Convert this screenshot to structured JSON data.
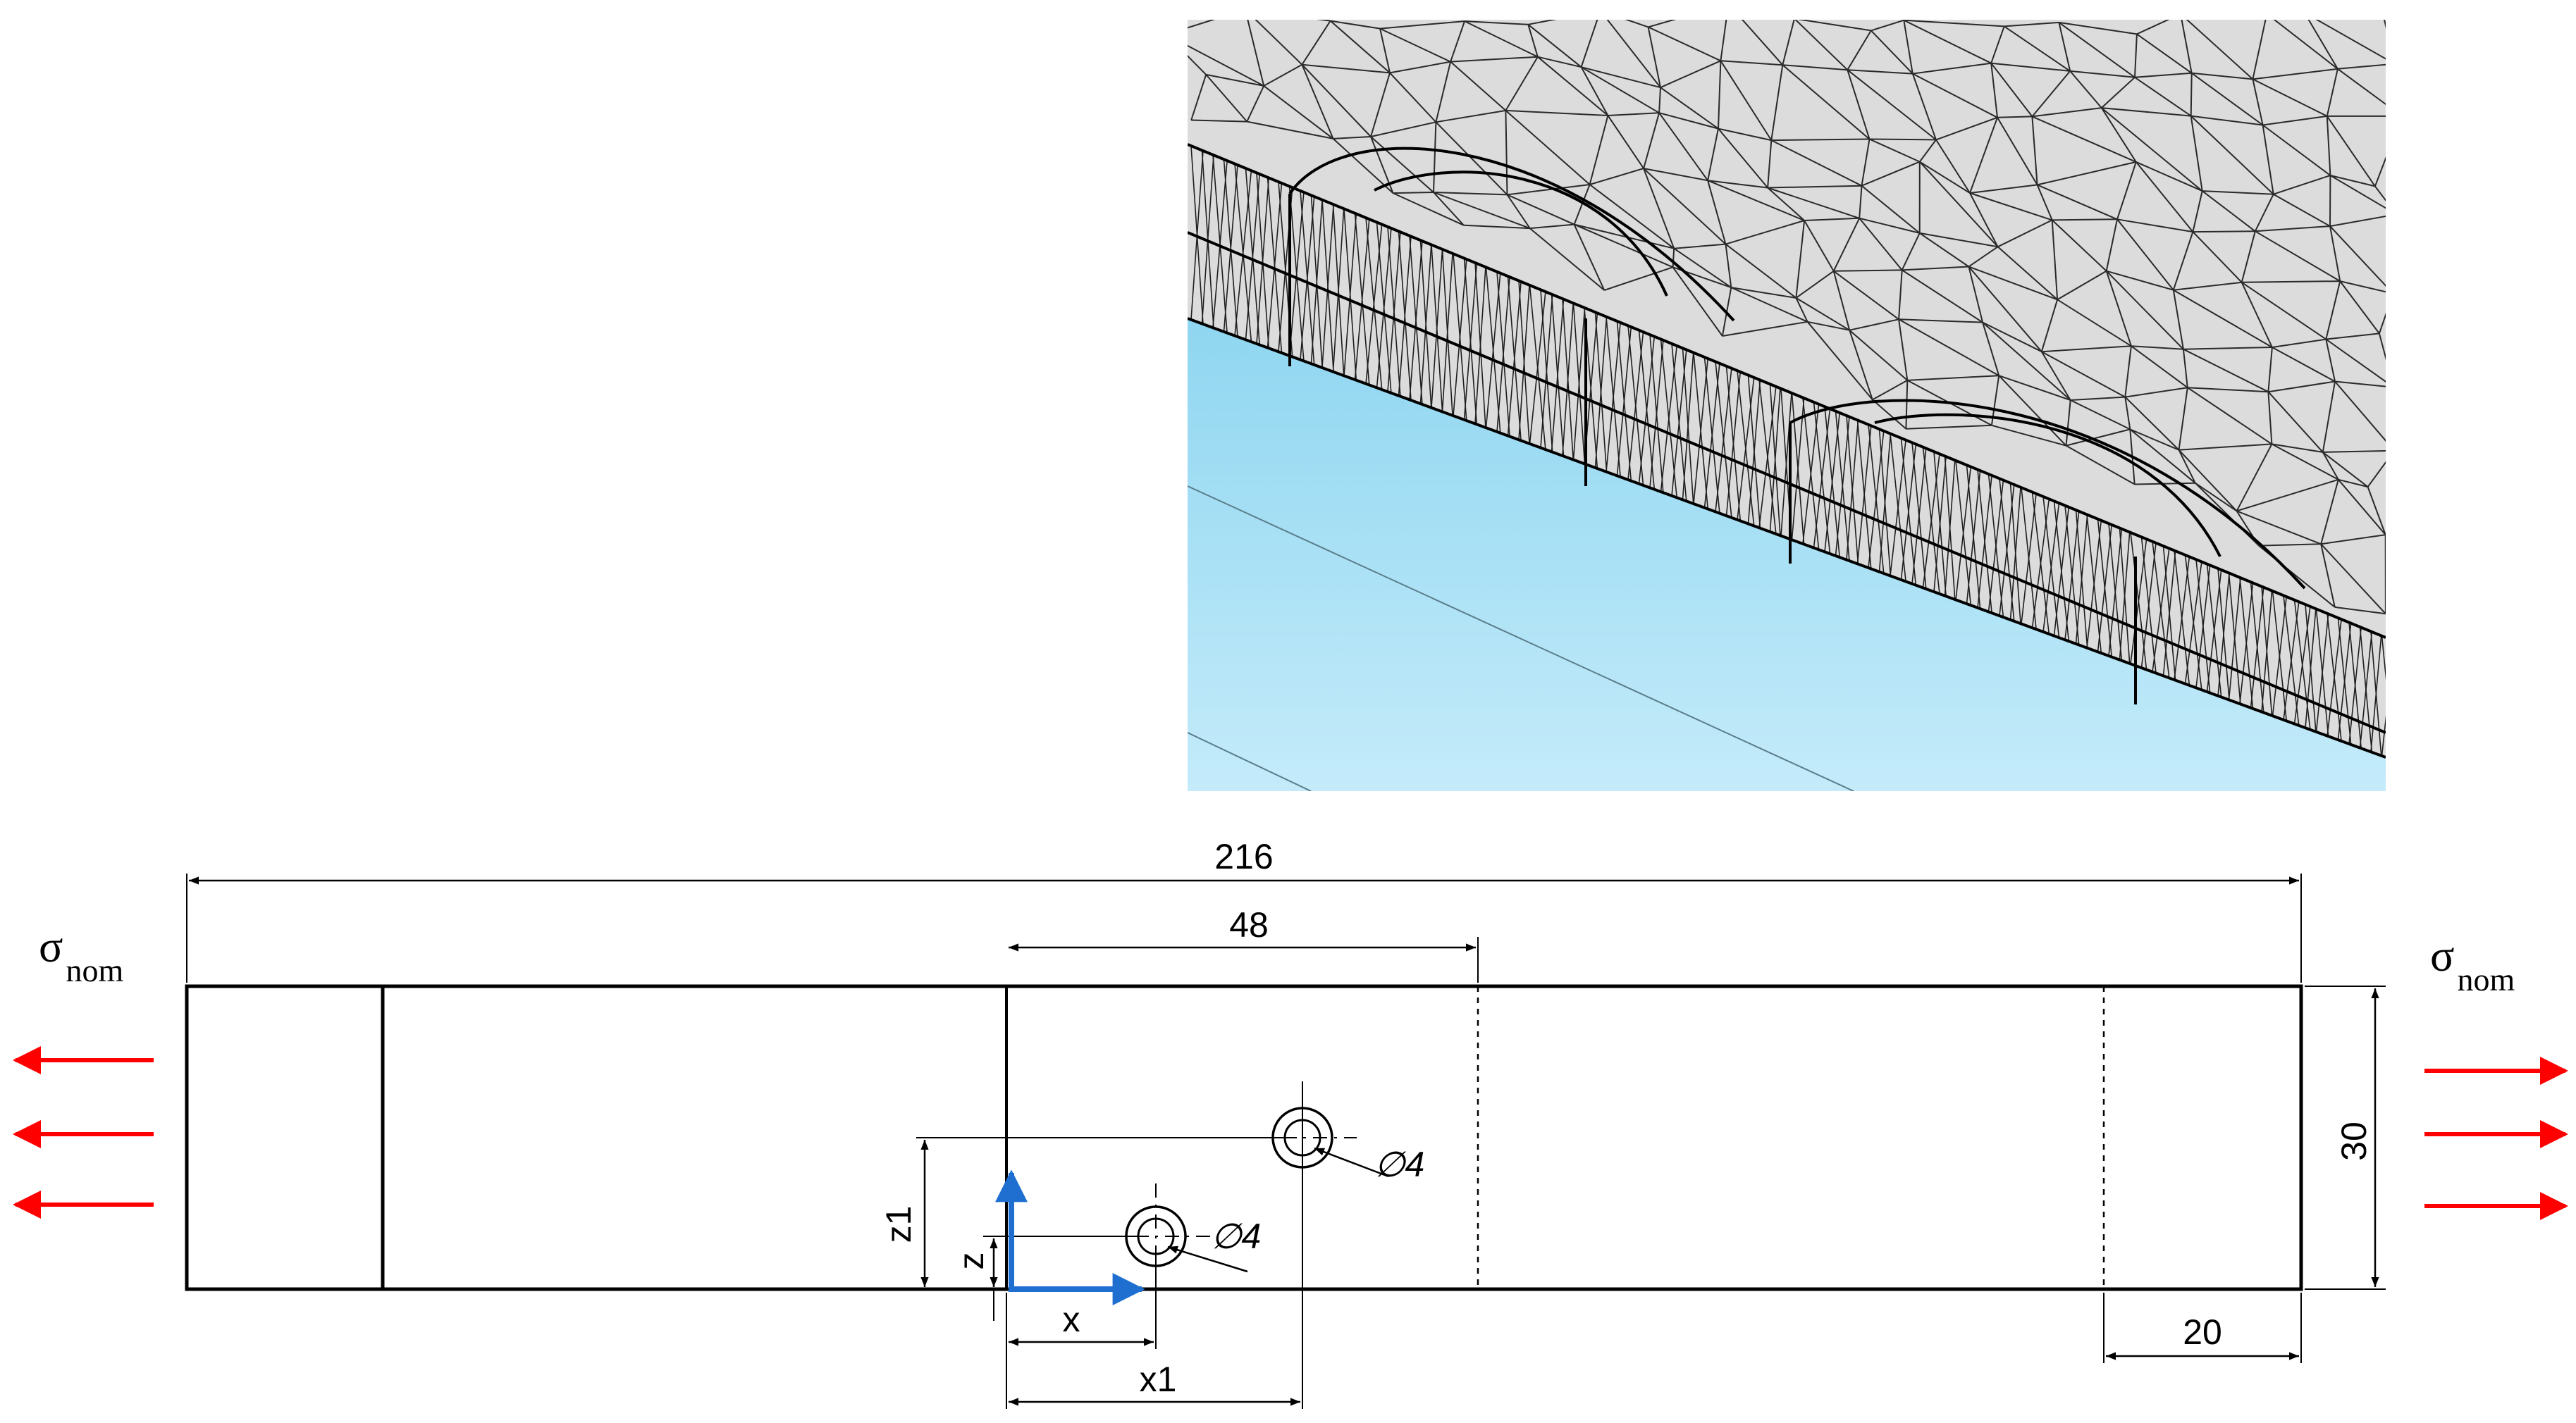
{
  "load": {
    "left": {
      "symbol": "σ",
      "subscript": "nom"
    },
    "right": {
      "symbol": "σ",
      "subscript": "nom"
    }
  },
  "dimensions": {
    "overall_length": "216",
    "center_span": "48",
    "height": "30",
    "end_width": "20",
    "x_label": "x",
    "x1_label": "x1",
    "z_label": "z",
    "z1_label": "z1"
  },
  "holes": {
    "hole_1_diameter": "∅4",
    "hole_2_diameter": "∅4"
  },
  "axes": {
    "x": "x",
    "z": "z"
  },
  "colors": {
    "load_arrow": "#ff0000",
    "axis": "#1f6fd1",
    "fluid_top": "#8fd6f0",
    "fluid_bottom": "#c4ebfa",
    "solid": "#dcdcdc"
  }
}
